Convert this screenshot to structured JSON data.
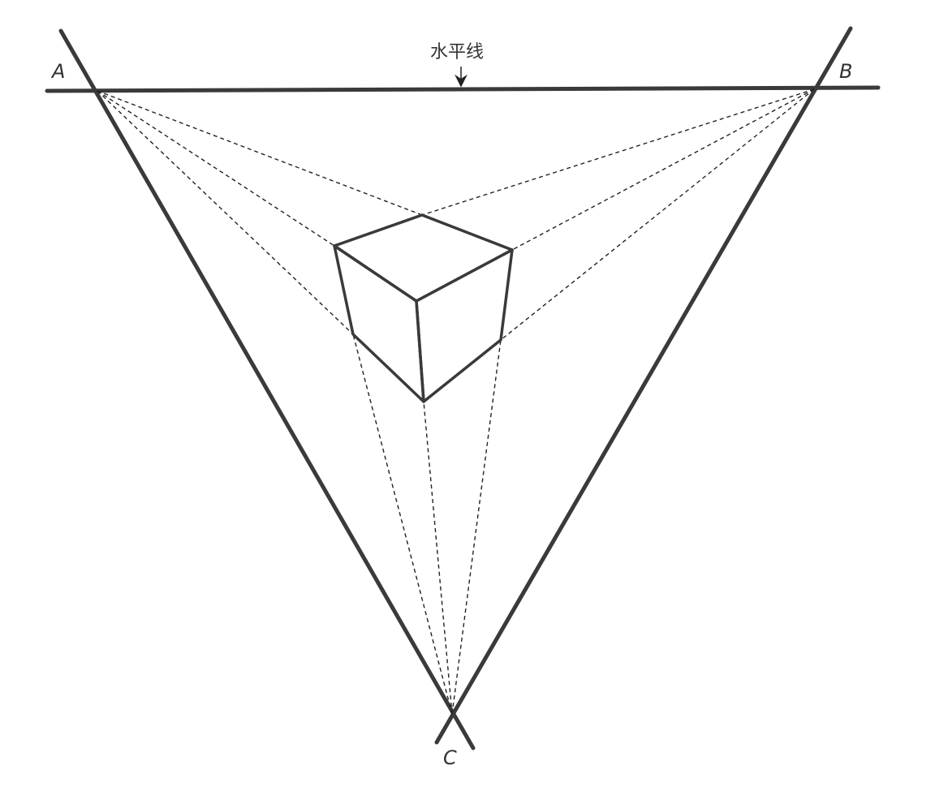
{
  "labels": {
    "horizon": "水平线",
    "vanishing_point_a": "A",
    "vanishing_point_b": "B",
    "vanishing_point_c": "C"
  },
  "colors": {
    "line": "#3a3a3a",
    "dashed": "#222222",
    "background": "#ffffff"
  }
}
